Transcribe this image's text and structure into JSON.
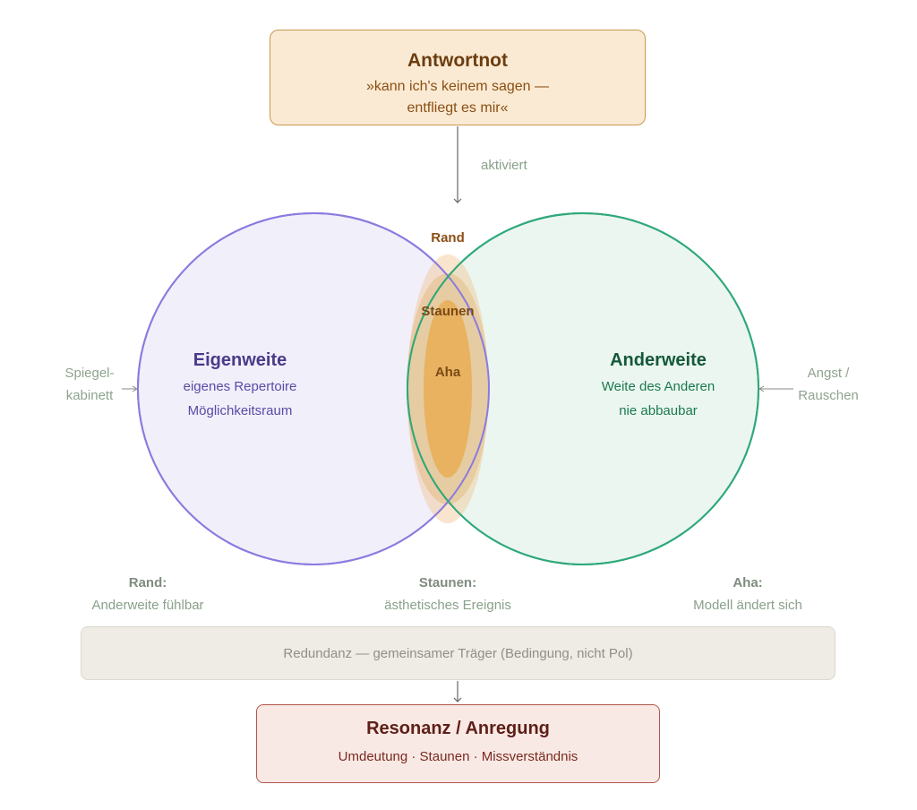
{
  "top": {
    "title": "Antwortnot",
    "line1": "»kann ich's keinem sagen —",
    "line2": "entfliegt es mir«"
  },
  "arrow_label": "aktiviert",
  "overlap": {
    "rand": "Rand",
    "staunen": "Staunen",
    "aha": "Aha"
  },
  "left_circle": {
    "title": "Eigenweite",
    "line1": "eigenes Repertoire",
    "line2": "Möglichkeitsraum",
    "color": "#8a7be0"
  },
  "right_circle": {
    "title": "Anderweite",
    "line1": "Weite des Anderen",
    "line2": "nie abbaubar",
    "color": "#2ea87a"
  },
  "side_left": {
    "line1": "Spiegel-",
    "line2": "kabinett"
  },
  "side_right": {
    "line1": "Angst /",
    "line2": "Rauschen"
  },
  "legend": [
    {
      "title": "Rand:",
      "text": "Anderweite fühlbar"
    },
    {
      "title": "Staunen:",
      "text": "ästhetisches Ereignis"
    },
    {
      "title": "Aha:",
      "text": "Modell ändert sich"
    }
  ],
  "redundanz": "Redundanz — gemeinsamer Träger (Bedingung, nicht Pol)",
  "bottom": {
    "title": "Resonanz / Anregung",
    "subtitle": "Umdeutung · Staunen · Missverständnis"
  }
}
